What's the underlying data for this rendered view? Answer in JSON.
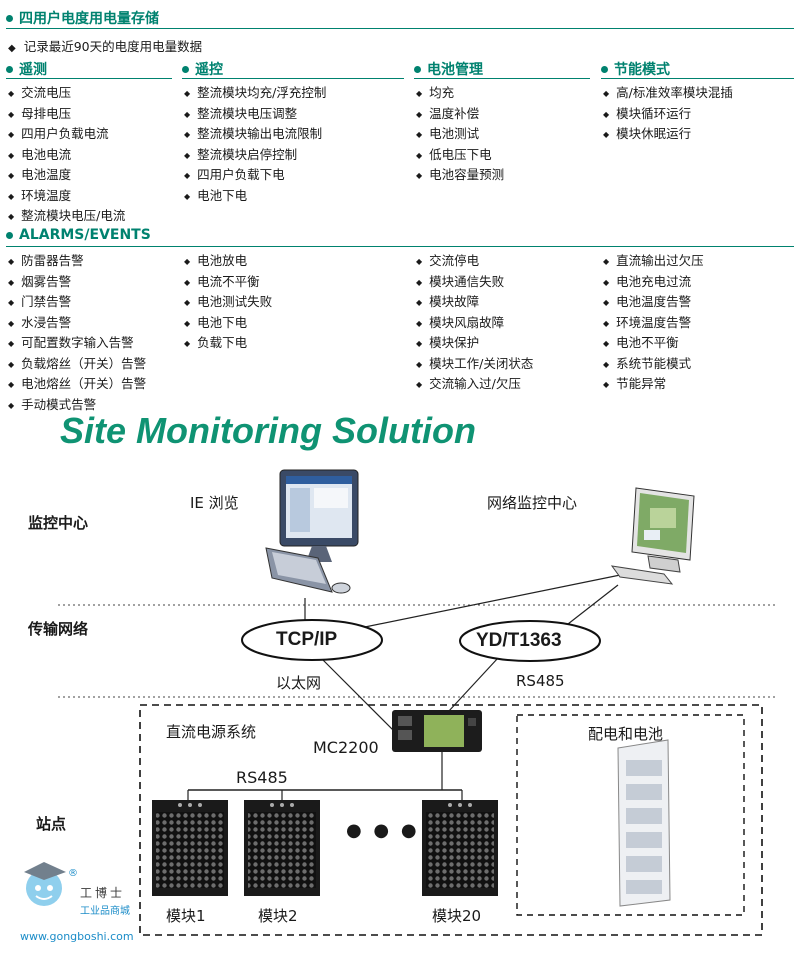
{
  "top_section": {
    "title": "四用户电度用电量存储",
    "note": "记录最近90天的电度用电量数据"
  },
  "remote_measure": {
    "title": "遥测",
    "items": [
      "交流电压",
      "母排电压",
      "四用户负载电流",
      "电池电流",
      "电池温度",
      "环境温度",
      "整流模块电压/电流"
    ]
  },
  "remote_control": {
    "title": "遥控",
    "items": [
      "整流模块均充/浮充控制",
      "整流模块电压调整",
      "整流模块输出电流限制",
      "整流模块启停控制",
      "四用户负载下电",
      "电池下电"
    ]
  },
  "battery_mgmt": {
    "title": "电池管理",
    "items": [
      "均充",
      "温度补偿",
      "电池测试",
      "低电压下电",
      "电池容量预测"
    ]
  },
  "energy_mode": {
    "title": "节能模式",
    "items": [
      "高/标准效率模块混插",
      "模块循环运行",
      "模块休眠运行"
    ]
  },
  "alarms": {
    "title": "ALARMS/EVENTS",
    "col1": [
      "防雷器告警",
      "烟雾告警",
      "门禁告警",
      "水浸告警",
      "可配置数字输入告警",
      "负载熔丝（开关）告警",
      "电池熔丝（开关）告警",
      "手动模式告警"
    ],
    "col2": [
      "电池放电",
      "电流不平衡",
      "电池测试失败",
      "电池下电",
      "负载下电"
    ],
    "col3": [
      "交流停电",
      "模块通信失败",
      "模块故障",
      "模块风扇故障",
      "模块保护",
      "模块工作/关闭状态",
      "交流输入过/欠压"
    ],
    "col4": [
      "直流输出过欠压",
      "电池充电过流",
      "电池温度告警",
      "环境温度告警",
      "电池不平衡",
      "系统节能模式",
      "节能异常"
    ]
  },
  "diagram": {
    "title": "Site Monitoring Solution",
    "row_labels": {
      "monitor_center": "监控中心",
      "network": "传输网络",
      "site": "站点"
    },
    "ie_label": "IE 浏览",
    "nms_label": "网络监控中心",
    "tcpip": "TCP/IP",
    "ydt": "YD/T1363",
    "ethernet": "以太网",
    "rs485_right": "RS485",
    "dc_system": "直流电源系统",
    "controller": "MC2200",
    "rs485_bus": "RS485",
    "dist_battery": "配电和电池",
    "module1": "模块1",
    "module2": "模块2",
    "ellipsis": "● ● ●",
    "module20": "模块20",
    "watermark_cn": "工博士",
    "watermark_sub": "工业品商城",
    "watermark_url": "www.gongboshi.com",
    "registered": "®"
  }
}
